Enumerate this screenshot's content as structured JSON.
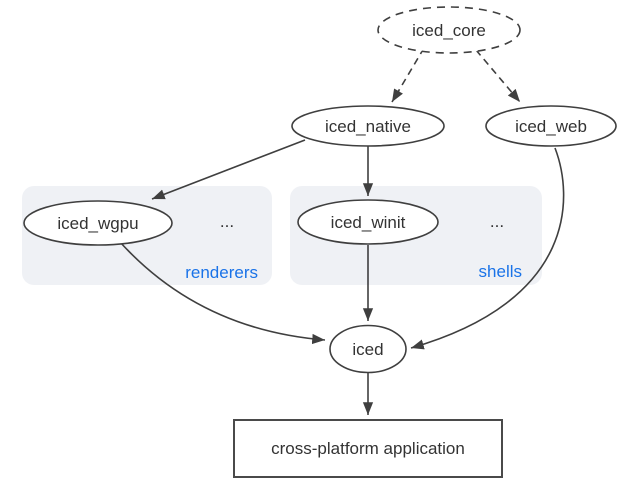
{
  "diagram": {
    "colors": {
      "accent": "#1a73e8",
      "stroke": "#3f3f3f",
      "panel_fill": "#eff1f5",
      "text": "#333333"
    },
    "nodes": {
      "iced_core": {
        "label": "iced_core"
      },
      "iced_native": {
        "label": "iced_native"
      },
      "iced_web": {
        "label": "iced_web"
      },
      "iced_wgpu": {
        "label": "iced_wgpu"
      },
      "iced_winit": {
        "label": "iced_winit"
      },
      "iced": {
        "label": "iced"
      },
      "app": {
        "label": "cross-platform application"
      }
    },
    "groups": {
      "renderers": {
        "label": "renderers",
        "ellipsis": "..."
      },
      "shells": {
        "label": "shells",
        "ellipsis": "..."
      }
    }
  }
}
